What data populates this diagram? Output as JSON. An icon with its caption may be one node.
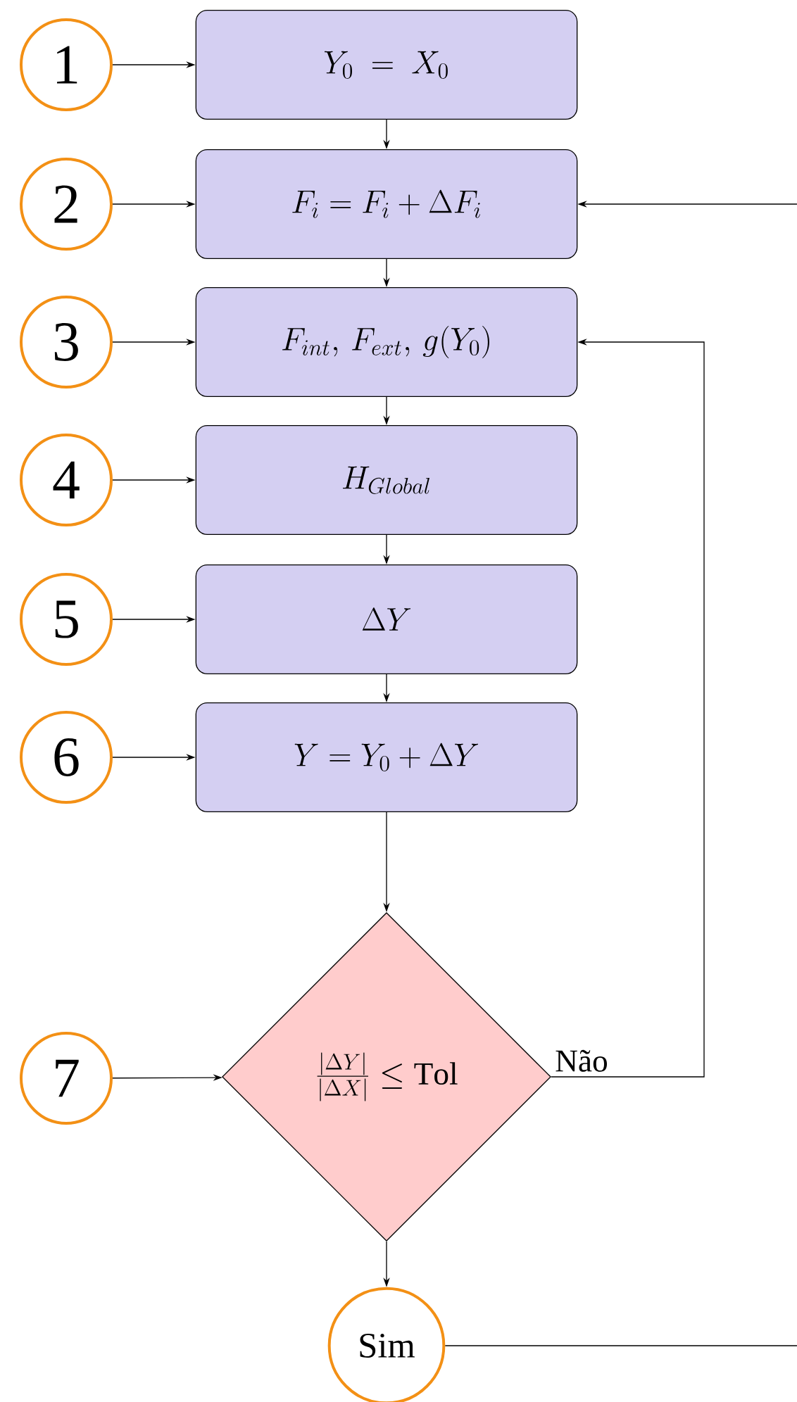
{
  "diagram": {
    "nodes": [
      {
        "text": [
          "1"
        ]
      },
      {
        "text": [
          "Y_0 \\ = \\ X_0"
        ]
      },
      {
        "text": [
          "2"
        ]
      },
      {
        "text": [
          "F_i = F_i + \\Delta F_i"
        ]
      },
      {
        "text": [
          "3"
        ]
      },
      {
        "text": [
          "F_{int},\\, F_{ext},\\, g(Y_0)"
        ]
      },
      {
        "text": [
          "4"
        ]
      },
      {
        "text": [
          "H_{Global}"
        ]
      },
      {
        "text": [
          "5"
        ]
      },
      {
        "text": [
          "\\Delta Y"
        ]
      },
      {
        "text": [
          "6"
        ]
      },
      {
        "text": [
          "Y = Y_0 + \\Delta Y"
        ]
      },
      {
        "text": [
          "7"
        ]
      },
      {
        "text": [
          "\\frac{|\\Delta Y|}{|\\Delta X|} \\leq\\mathrm{Tol}"
        ]
      },
      {
        "text": [
          "Sim"
        ]
      }
    ],
    "edges": [
      {
        "from": 0,
        "to": 1,
        "arrow": "to"
      },
      {
        "from": 2,
        "to": 3,
        "arrow": "to"
      },
      {
        "from": 4,
        "to": 5,
        "arrow": "to"
      },
      {
        "from": 6,
        "to": 7,
        "arrow": "to"
      },
      {
        "from": 8,
        "to": 9,
        "arrow": "to"
      },
      {
        "from": 10,
        "to": 11,
        "arrow": "to"
      },
      {
        "from": 12,
        "to": 13,
        "arrow": "to"
      },
      {
        "from": 1,
        "to": 3,
        "arrow": "to"
      },
      {
        "from": 3,
        "to": 5,
        "arrow": "to"
      },
      {
        "from": 5,
        "to": 7,
        "arrow": "to"
      },
      {
        "from": 7,
        "to": 9,
        "arrow": "to"
      },
      {
        "from": 9,
        "to": 11,
        "arrow": "to"
      },
      {
        "from": 11,
        "to": 13,
        "arrow": "to"
      },
      {
        "from": 13,
        "to": 5,
        "arrow": "to",
        "label": "Não"
      },
      {
        "from": 13,
        "to": 14,
        "arrow": "to"
      },
      {
        "from": 14,
        "to": null,
        "arrow": "none"
      },
      {
        "from": null,
        "to": 3,
        "arrow": "to"
      }
    ]
  }
}
